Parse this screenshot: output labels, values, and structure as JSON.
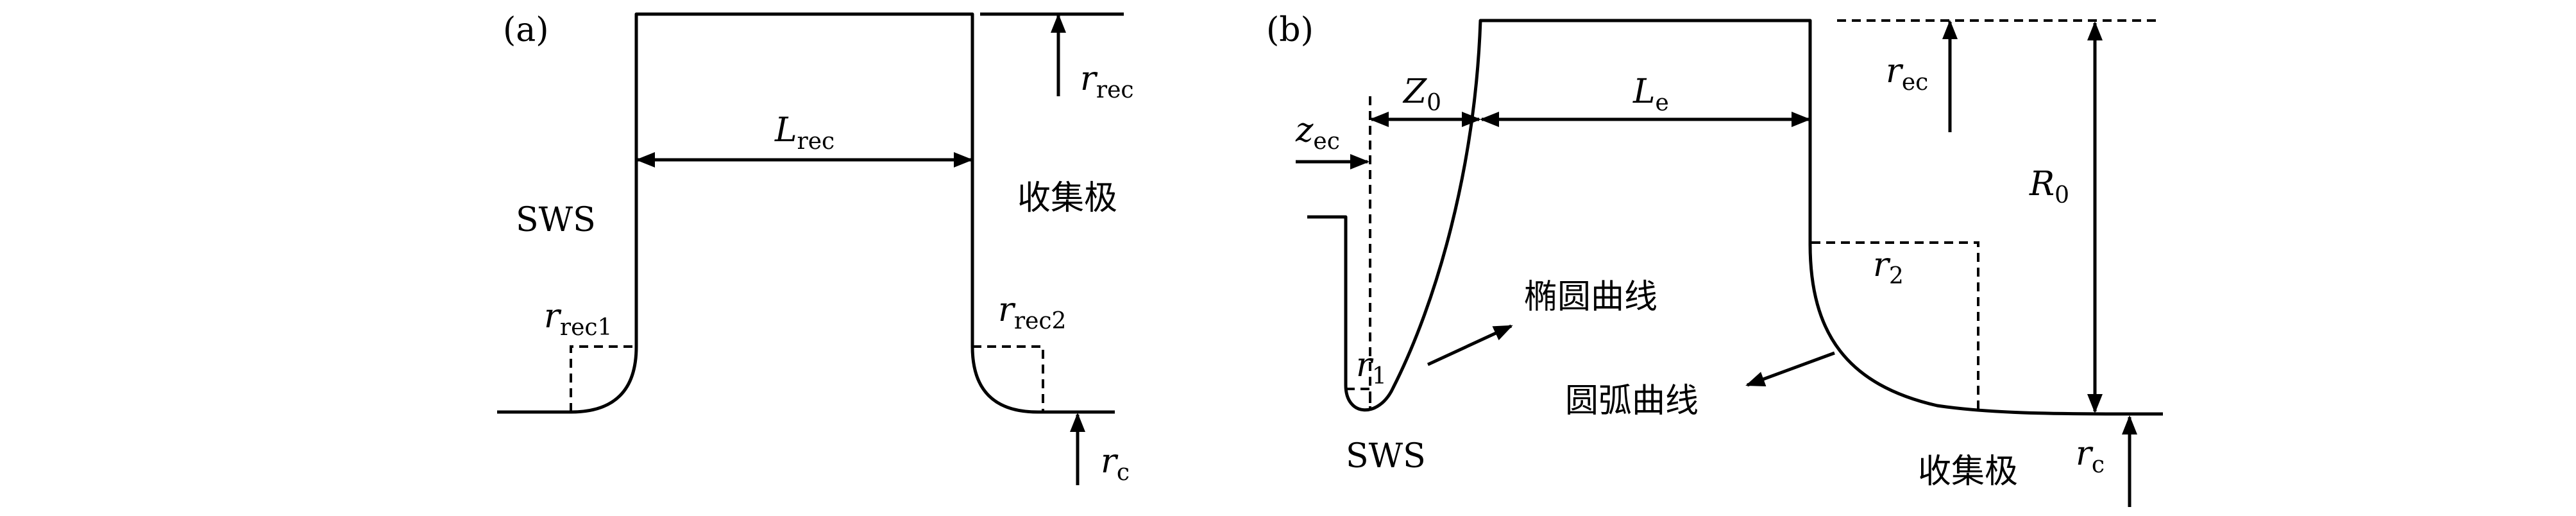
{
  "panel_a": {
    "tag": "(a)",
    "sws": "SWS",
    "collector": "收集极",
    "L_rec": {
      "main": "L",
      "sub": "rec"
    },
    "r_rec": {
      "main": "r",
      "sub": "rec"
    },
    "r_rec1": {
      "main": "r",
      "sub": "rec1"
    },
    "r_rec2": {
      "main": "r",
      "sub": "rec2"
    },
    "r_c": {
      "main": "r",
      "sub": "c"
    }
  },
  "panel_b": {
    "tag": "(b)",
    "sws": "SWS",
    "collector": "收集极",
    "ellipse_curve": "椭圆曲线",
    "arc_curve": "圆弧曲线",
    "Z0": {
      "main": "Z",
      "sub": "0"
    },
    "L_e": {
      "main": "L",
      "sub": "e"
    },
    "z_ec": {
      "main": "z",
      "sub": "ec"
    },
    "r_ec": {
      "main": "r",
      "sub": "ec"
    },
    "R0": {
      "main": "R",
      "sub": "0"
    },
    "r1": {
      "main": "r",
      "sub": "1"
    },
    "r2": {
      "main": "r",
      "sub": "2"
    },
    "r_c": {
      "main": "r",
      "sub": "c"
    }
  }
}
